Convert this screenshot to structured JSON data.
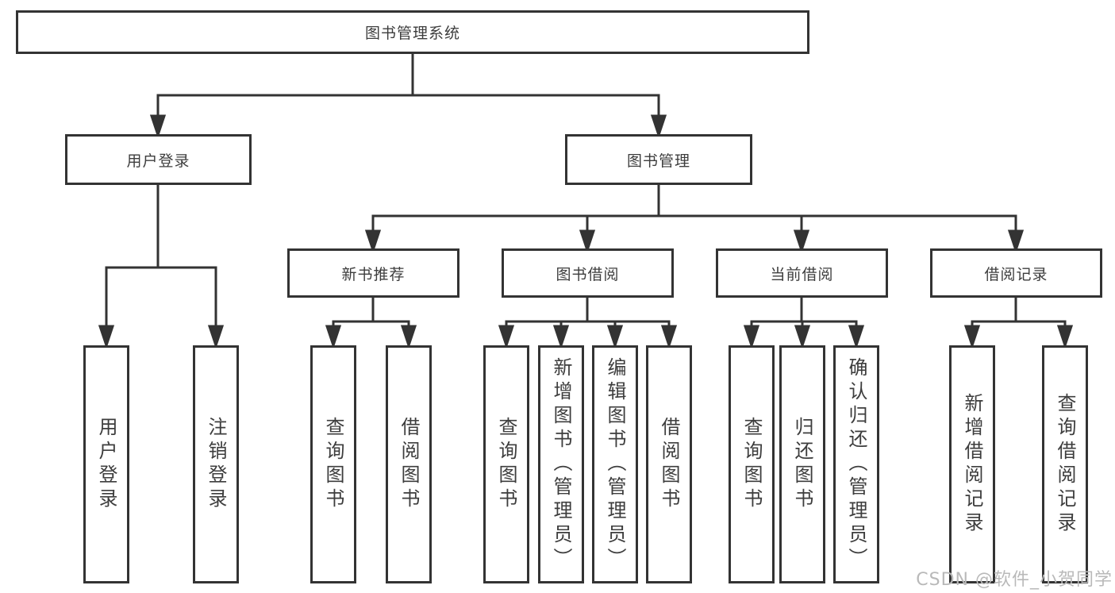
{
  "diagram": {
    "title": "图书管理系统",
    "nodes": {
      "root": "图书管理系统",
      "user_login": "用户登录",
      "book_management": "图书管理",
      "new_book_recommend": "新书推荐",
      "book_borrowing": "图书借阅",
      "current_borrowing": "当前借阅",
      "borrowing_records": "借阅记录",
      "leaves": {
        "user_login_leaf": "用户登录",
        "logout": "注销登录",
        "nb_query_books": "查询图书",
        "nb_borrow_books": "借阅图书",
        "bb_query_books": "查询图书",
        "bb_add_book_admin": "新增图书（管理员）",
        "bb_edit_book_admin": "编辑图书（管理员）",
        "bb_borrow_books": "借阅图书",
        "cb_query_books": "查询图书",
        "cb_return_books": "归还图书",
        "cb_confirm_return_admin": "确认归还（管理员）",
        "br_add_record": "新增借阅记录",
        "br_query_record": "查询借阅记录"
      }
    },
    "colors": {
      "line": "#333333",
      "text": "#3d3d3d",
      "background": "#ffffff",
      "watermark": "#b9b9b9"
    }
  },
  "watermark": {
    "text": "CSDN @软件_小贺同学"
  }
}
